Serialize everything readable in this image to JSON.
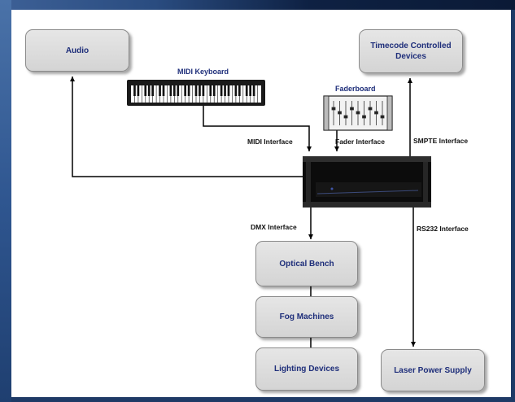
{
  "colors": {
    "box_text": "#1e2e7a",
    "line": "#000000",
    "frame": "#1e3a66"
  },
  "nodes": {
    "audio": "Audio",
    "timecode": "Timecode Controlled Devices",
    "optical": "Optical Bench",
    "fog": "Fog Machines",
    "lighting": "Lighting Devices",
    "laser": "Laser Power Supply"
  },
  "devices": {
    "midi_keyboard": "MIDI Keyboard",
    "faderboard": "Faderboard"
  },
  "interfaces": {
    "midi": "MIDI Interface",
    "fader": "Fader Interface",
    "smpte": "SMPTE Interface",
    "dmx": "DMX Interface",
    "rs232": "RS232 Interface"
  }
}
